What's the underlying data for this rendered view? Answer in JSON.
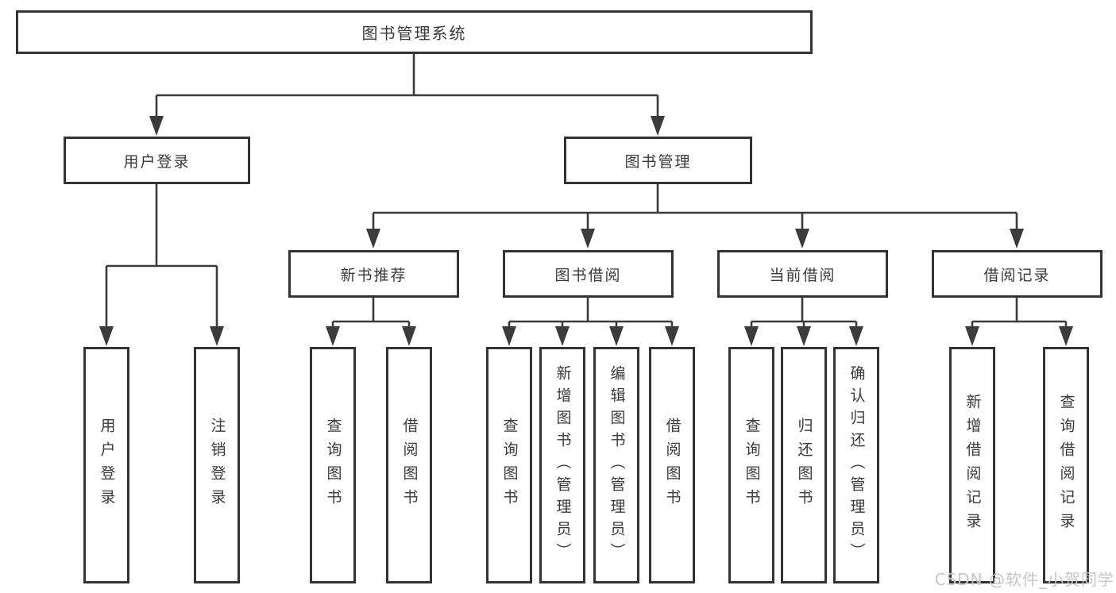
{
  "diagram_title": "图书管理系统",
  "tree": {
    "root": {
      "label": "图书管理系统"
    },
    "branches": [
      {
        "label": "用户登录",
        "children": [
          "用户登录",
          "注销登录"
        ]
      },
      {
        "label": "图书管理",
        "children": [
          {
            "label": "新书推荐",
            "children": [
              "查询图书",
              "借阅图书"
            ]
          },
          {
            "label": "图书借阅",
            "children": [
              "查询图书",
              "新增图书（管理员）",
              "编辑图书（管理员）",
              "借阅图书"
            ]
          },
          {
            "label": "当前借阅",
            "children": [
              "查询图书",
              "归还图书",
              "确认归还（管理员）"
            ]
          },
          {
            "label": "借阅记录",
            "children": [
              "新增借阅记录",
              "查询借阅记录"
            ]
          }
        ]
      }
    ]
  },
  "watermark": "CSDN @软件_小贺同学",
  "colors": {
    "line": "#3b3b3b",
    "box_border": "#333333",
    "text": "#3a3a3a",
    "background": "#ffffff",
    "watermark": "#c6c6c6"
  }
}
